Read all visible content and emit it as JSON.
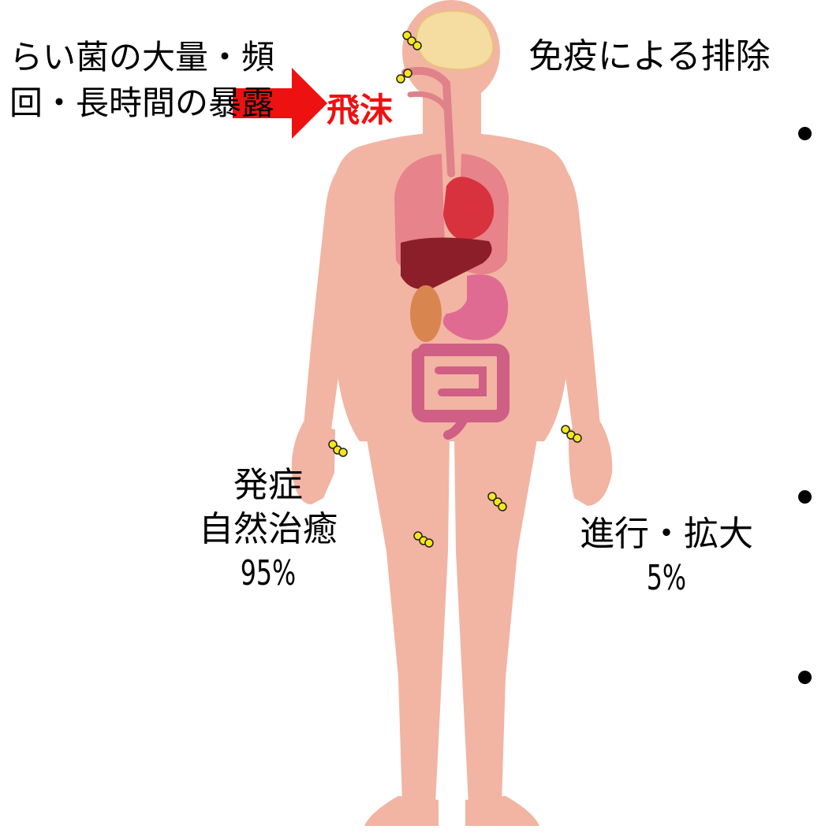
{
  "labels": {
    "exposure_line1": "らい菌の大量・頻",
    "exposure_line2": "回・長時間の暴",
    "exposure_line2_occluded": "露",
    "droplet": "飛沫",
    "immune_exclusion": "免疫による排除",
    "onset": "発症",
    "natural_cure": "自然治癒",
    "natural_cure_pct": "95%",
    "progression": "進行・拡大",
    "progression_pct": "5%"
  },
  "colors": {
    "skin": "#f2b4a3",
    "skin_shadow": "#e9a391",
    "brain": "#f5dca0",
    "lung": "#e7838a",
    "heart": "#d8323f",
    "liver": "#8c1e2a",
    "stomach": "#df6b93",
    "intestine": "#cf5f85",
    "kidney": "#d98550",
    "airway": "#e0828a",
    "arrow": "#ee1111",
    "droplet_text": "#ee1111",
    "bacteria": "#f6e61d"
  },
  "bacteria_cluster_count": 7,
  "bullets_count": 3
}
